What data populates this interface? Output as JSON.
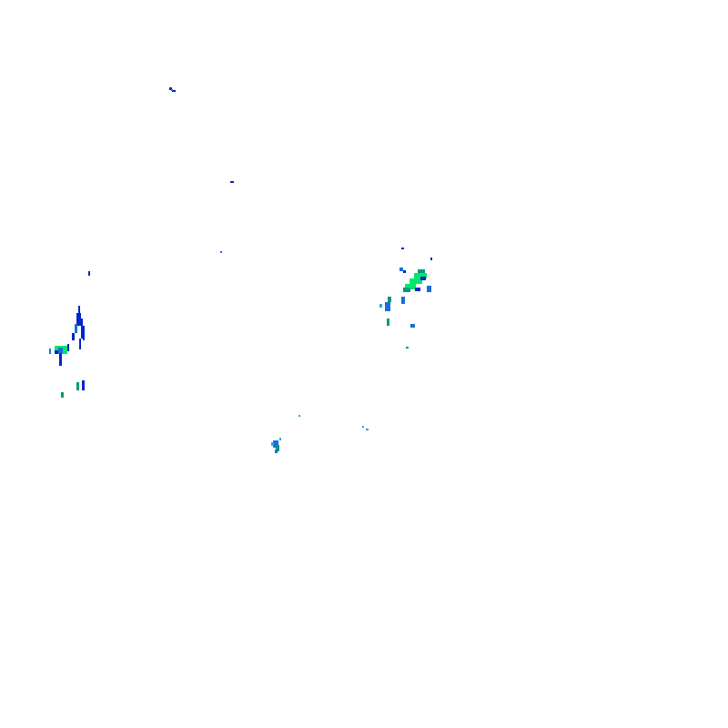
{
  "map": {
    "background": "#ffffff",
    "palette": {
      "light": "#00e66f",
      "medium_teal": "#009a7a",
      "medium_blue": "#1a6fd6",
      "heavy_blue": "#0025c8",
      "sky": "#2aa8e0"
    },
    "echoes": [
      {
        "name": "echo-north-small",
        "intensity": "heavy_blue"
      },
      {
        "name": "echo-upper-speck",
        "intensity": "heavy_blue"
      },
      {
        "name": "echo-west-cluster",
        "intensity": "heavy_blue"
      },
      {
        "name": "echo-east-band",
        "intensity": "light"
      },
      {
        "name": "echo-south-cell",
        "intensity": "medium_blue"
      },
      {
        "name": "echo-scattered-specks",
        "intensity": "sky"
      }
    ]
  }
}
